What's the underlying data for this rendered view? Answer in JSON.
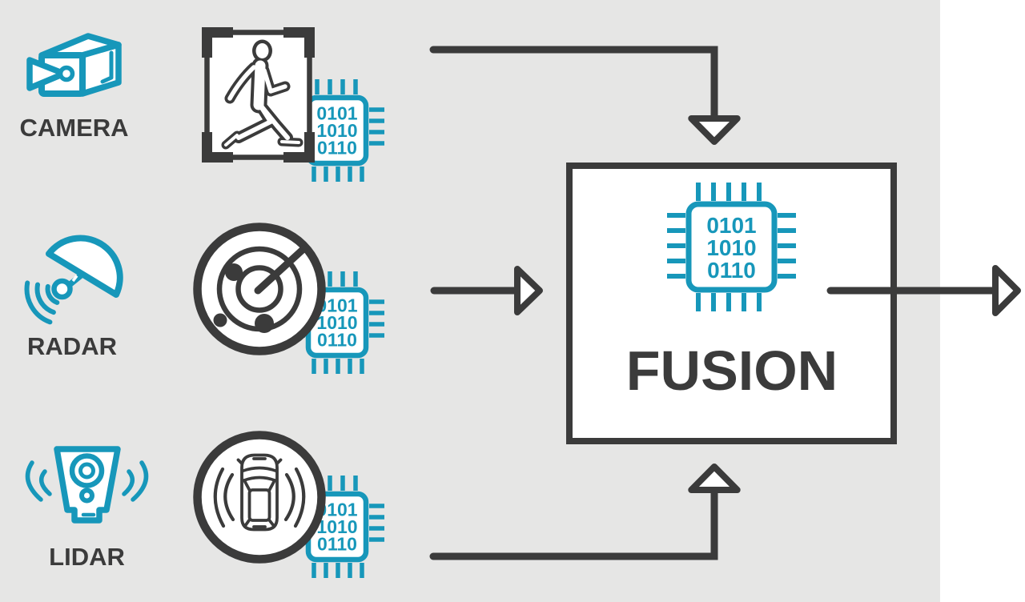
{
  "sensors": [
    {
      "label": "CAMERA"
    },
    {
      "label": "RADAR"
    },
    {
      "label": "LIDAR"
    }
  ],
  "fusion_label": "FUSION",
  "chip_rows": [
    "0101",
    "1010",
    "0110"
  ],
  "colors": {
    "accent_teal": "#1797ba",
    "line_dark": "#3b3b3b",
    "background_gray": "#e6e6e5",
    "panel_white": "#ffffff"
  }
}
